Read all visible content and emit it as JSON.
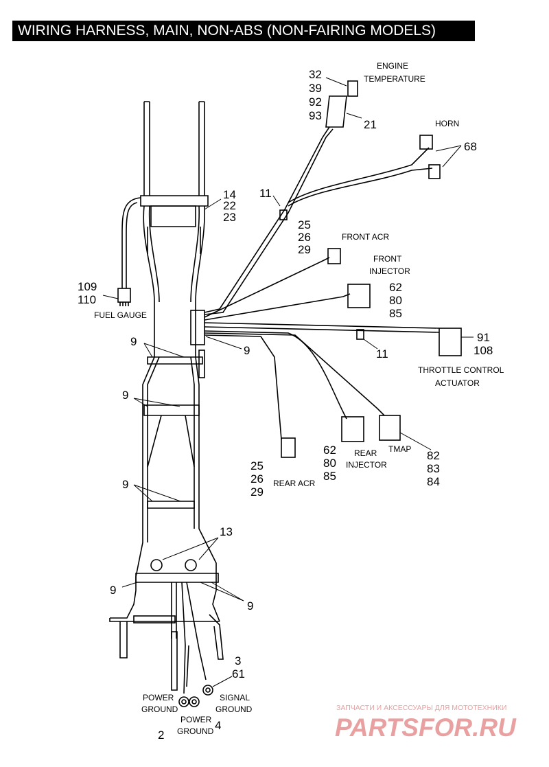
{
  "title": "WIRING HARNESS, MAIN, NON-ABS (NON-FAIRING MODELS)",
  "callouts": {
    "c32": "32",
    "c39": "39",
    "c92": "92",
    "c93": "93",
    "c21": "21",
    "c68": "68",
    "c11a": "11",
    "c14": "14",
    "c22": "22",
    "c23": "23",
    "c25a": "25",
    "c26a": "26",
    "c29a": "29",
    "c62a": "62",
    "c80a": "80",
    "c85a": "85",
    "c109": "109",
    "c110": "110",
    "c9a": "9",
    "c9b": "9",
    "c9c": "9",
    "c9d": "9",
    "c9e": "9",
    "c9f": "9",
    "c91": "91",
    "c108": "108",
    "c11b": "11",
    "c25b": "25",
    "c26b": "26",
    "c29b": "29",
    "c62b": "62",
    "c80b": "80",
    "c85b": "85",
    "c82": "82",
    "c83": "83",
    "c84": "84",
    "c13": "13",
    "c3": "3",
    "c61": "61",
    "c2": "2",
    "c4": "4"
  },
  "labels": {
    "engine_temp_1": "ENGINE",
    "engine_temp_2": "TEMPERATURE",
    "horn": "HORN",
    "front_acr": "FRONT ACR",
    "front_injector_1": "FRONT",
    "front_injector_2": "INJECTOR",
    "fuel_gauge": "FUEL GAUGE",
    "throttle_1": "THROTTLE CONTROL",
    "throttle_2": "ACTUATOR",
    "rear_acr": "REAR ACR",
    "rear_injector_1": "REAR",
    "rear_injector_2": "INJECTOR",
    "tmap": "TMAP",
    "power_ground_a_1": "POWER",
    "power_ground_a_2": "GROUND",
    "power_ground_b_1": "POWER",
    "power_ground_b_2": "GROUND",
    "signal_ground_1": "SIGNAL",
    "signal_ground_2": "GROUND"
  },
  "watermark": {
    "tagline": "ЗАПЧАСТИ И АКСЕССУАРЫ ДЛЯ МОТОТЕХНИКИ",
    "brand": "PARTSFOR.RU",
    "color": "#e8a0a0"
  }
}
